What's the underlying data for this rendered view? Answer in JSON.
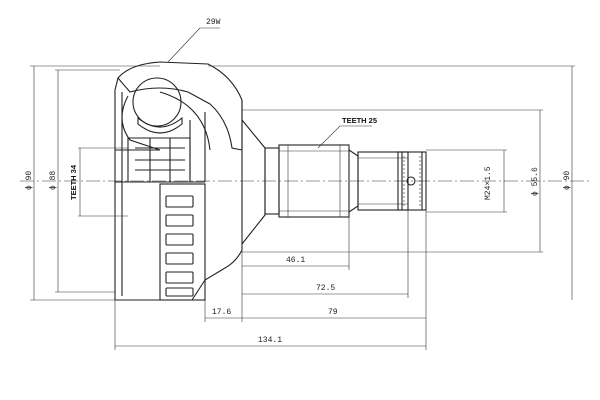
{
  "labels": {
    "spline_outer": "29W",
    "teeth_shaft": "TEETH 25",
    "teeth_inner": "TEETH 34"
  },
  "dimensions": {
    "dia_outer_left": "ϕ 90",
    "dia_inner_left": "ϕ 88",
    "thread": "M24×1.5",
    "dia_abs_ring": "ϕ 55.6",
    "dia_outer_right": "ϕ 90",
    "len_46": "46.1",
    "len_72": "72.5",
    "len_79": "79",
    "len_17": "17.6",
    "len_total": "134.1"
  }
}
